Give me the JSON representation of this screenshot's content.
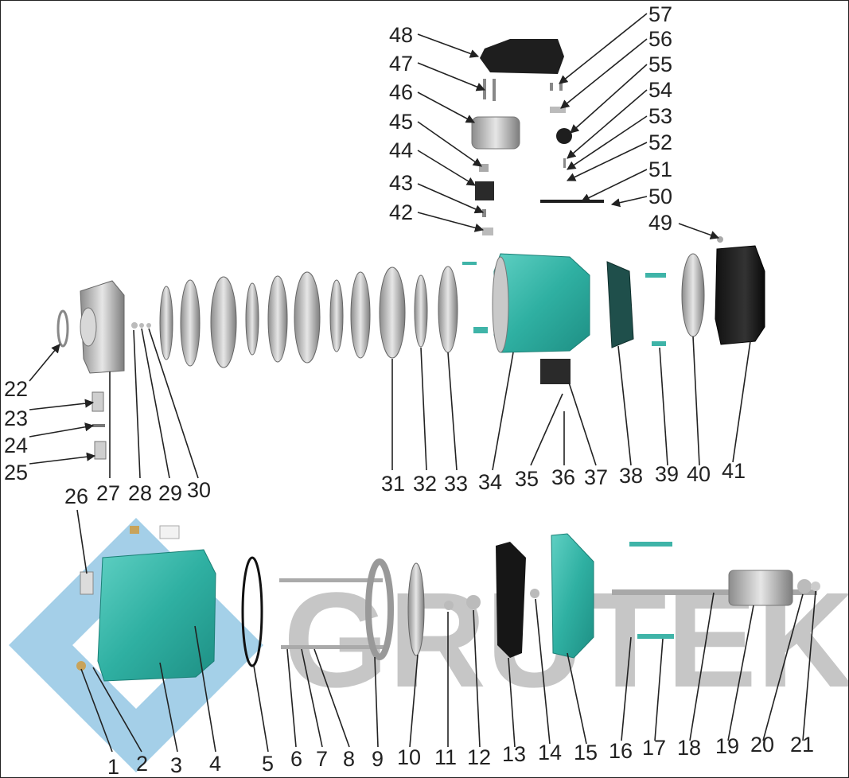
{
  "brand": {
    "watermark_text": "GRUTEK",
    "accent_color": "#3fb4a8",
    "logo_color": "#5aa9d6"
  },
  "labels": [
    {
      "id": "1"
    },
    {
      "id": "2"
    },
    {
      "id": "3"
    },
    {
      "id": "4"
    },
    {
      "id": "5"
    },
    {
      "id": "6"
    },
    {
      "id": "7"
    },
    {
      "id": "8"
    },
    {
      "id": "9"
    },
    {
      "id": "10"
    },
    {
      "id": "11"
    },
    {
      "id": "12"
    },
    {
      "id": "13"
    },
    {
      "id": "14"
    },
    {
      "id": "15"
    },
    {
      "id": "16"
    },
    {
      "id": "17"
    },
    {
      "id": "18"
    },
    {
      "id": "19"
    },
    {
      "id": "20"
    },
    {
      "id": "21"
    },
    {
      "id": "22"
    },
    {
      "id": "23"
    },
    {
      "id": "24"
    },
    {
      "id": "25"
    },
    {
      "id": "26"
    },
    {
      "id": "27"
    },
    {
      "id": "28"
    },
    {
      "id": "29"
    },
    {
      "id": "30"
    },
    {
      "id": "31"
    },
    {
      "id": "32"
    },
    {
      "id": "33"
    },
    {
      "id": "34"
    },
    {
      "id": "35"
    },
    {
      "id": "36"
    },
    {
      "id": "37"
    },
    {
      "id": "38"
    },
    {
      "id": "39"
    },
    {
      "id": "40"
    },
    {
      "id": "41"
    },
    {
      "id": "42"
    },
    {
      "id": "43"
    },
    {
      "id": "44"
    },
    {
      "id": "45"
    },
    {
      "id": "46"
    },
    {
      "id": "47"
    },
    {
      "id": "48"
    },
    {
      "id": "49"
    },
    {
      "id": "50"
    },
    {
      "id": "51"
    },
    {
      "id": "52"
    },
    {
      "id": "53"
    },
    {
      "id": "54"
    },
    {
      "id": "55"
    },
    {
      "id": "56"
    },
    {
      "id": "57"
    }
  ]
}
